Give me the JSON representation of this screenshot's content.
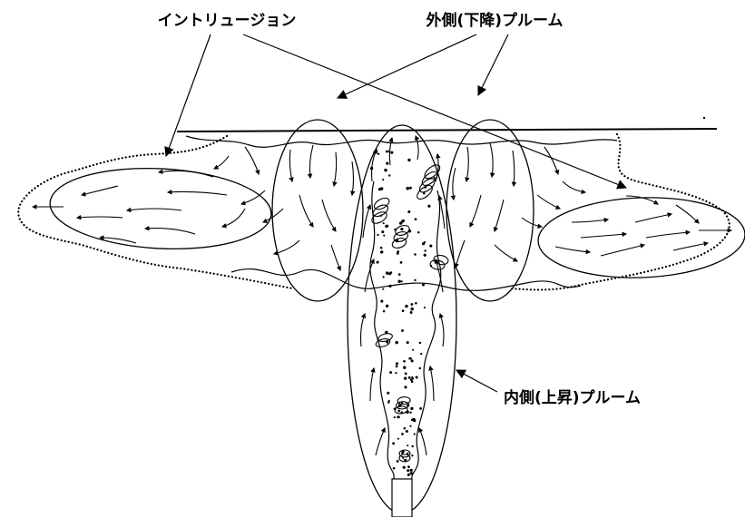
{
  "labels": {
    "intrusion": "イントリュージョン",
    "outer_plume": "外側(下降)プルーム",
    "inner_plume": "内側(上昇)プルーム"
  },
  "colors": {
    "line": "#000000",
    "background": "#ffffff"
  }
}
